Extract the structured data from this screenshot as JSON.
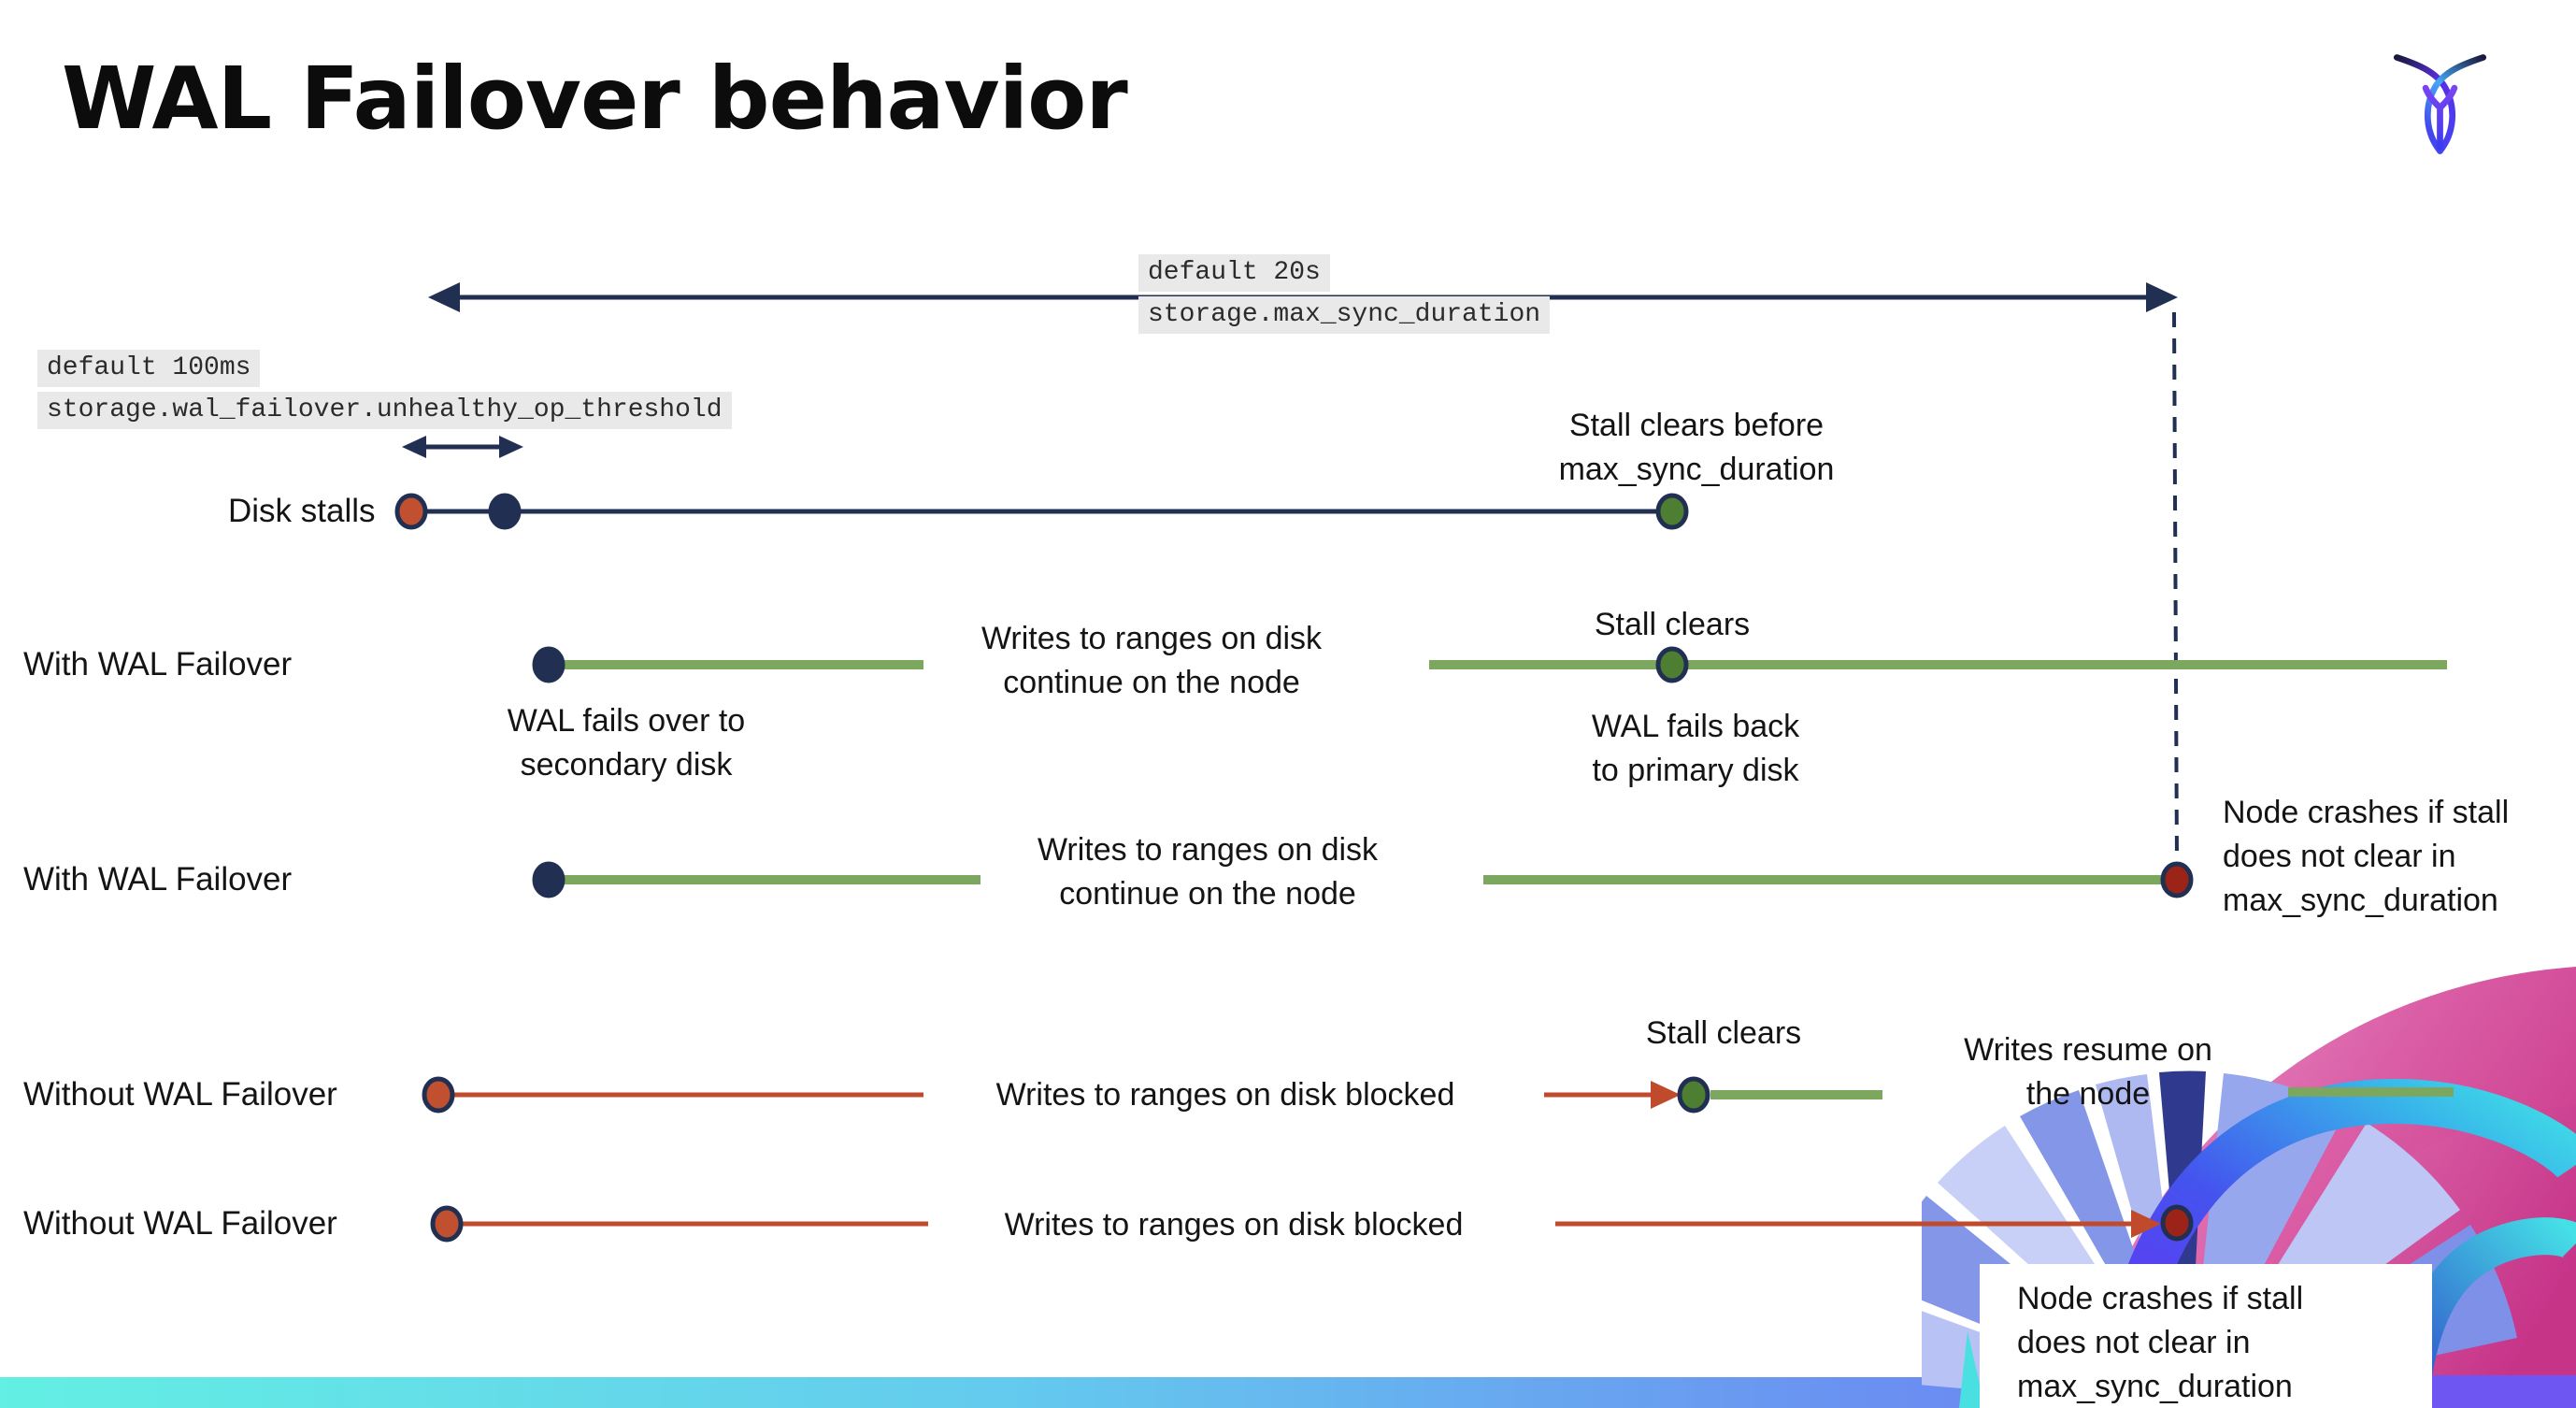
{
  "page": {
    "title": "WAL Failover behavior"
  },
  "config_labels": {
    "max_sync_duration": {
      "line1": "default 20s",
      "line2": "storage.max_sync_duration"
    },
    "unhealthy_op_threshold": {
      "line1": "default 100ms",
      "line2": "storage.wal_failover.unhealthy_op_threshold"
    }
  },
  "rows": [
    {
      "label": "Disk stalls"
    },
    {
      "label": "With WAL Failover"
    },
    {
      "label": "With WAL Failover"
    },
    {
      "label": "Without WAL Failover"
    },
    {
      "label": "Without WAL Failover"
    }
  ],
  "annotations": {
    "stall_clears_before": "Stall clears before\nmax_sync_duration",
    "writes_continue": "Writes to ranges on disk\ncontinue on the node",
    "stall_clears": "Stall clears",
    "wal_fails_over": "WAL fails over to\nsecondary disk",
    "wal_fails_back": "WAL fails  back\nto primary disk",
    "node_crashes": "Node crashes if stall\ndoes not clear in\nmax_sync_duration",
    "writes_blocked": "Writes to ranges on disk  blocked",
    "writes_resume": "Writes resume on\nthe node"
  },
  "colors": {
    "navy": "#213052",
    "timeline_green": "#7ca75f",
    "timeline_red": "#c04a2c",
    "dot_red": "#c0502f",
    "dot_green": "#4e7e32",
    "dot_crash_red": "#9b2318",
    "label_bg": "#e9e9e9",
    "footer_gradient": [
      "#63efe3",
      "#64c9ee",
      "#6f6cf3"
    ]
  }
}
